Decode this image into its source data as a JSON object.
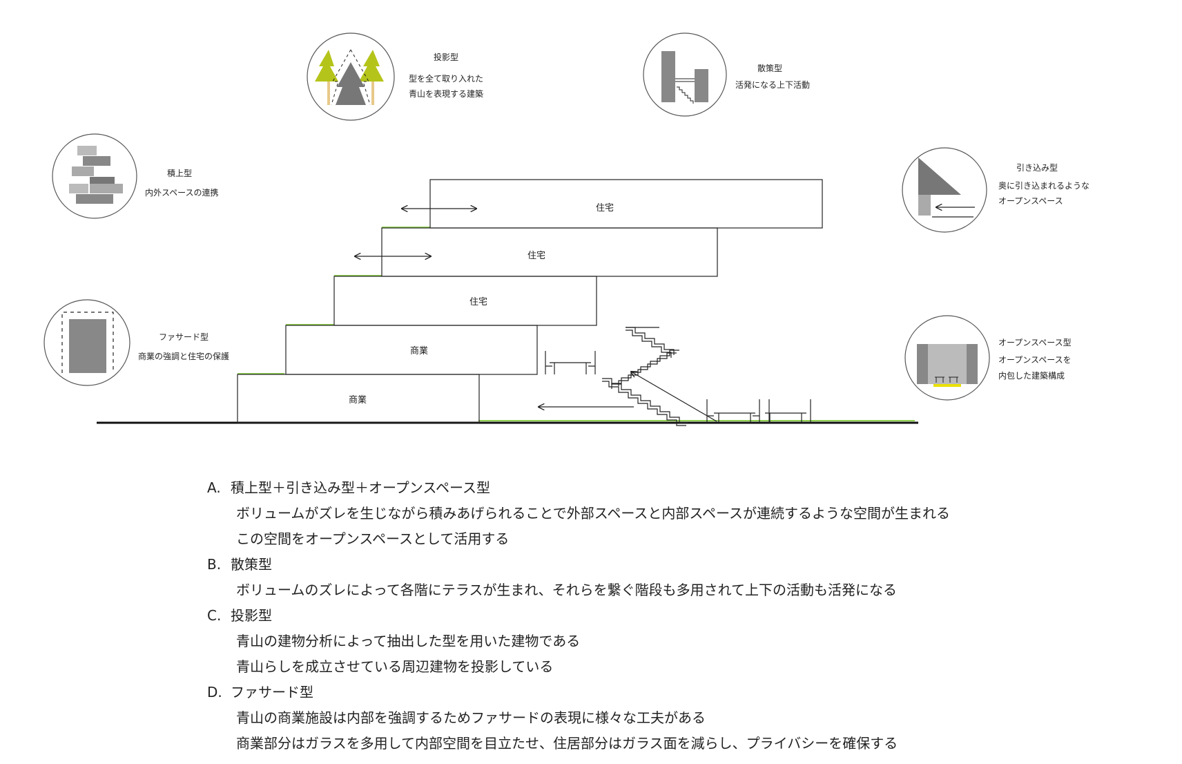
{
  "floors": [
    {
      "label": "住宅"
    },
    {
      "label": "住宅"
    },
    {
      "label": "住宅"
    },
    {
      "label": "商業"
    },
    {
      "label": "商業"
    }
  ],
  "types": {
    "tsumiage": {
      "title": "積上型",
      "desc": "内外スペースの連携"
    },
    "facade": {
      "title": "ファサード型",
      "desc": "商業の強調と住宅の保護"
    },
    "toei": {
      "title": "投影型",
      "desc1": "型を全て取り入れた",
      "desc2": "青山を表現する建築"
    },
    "sansaku": {
      "title": "散策型",
      "desc": "活発になる上下活動"
    },
    "hikikomi": {
      "title": "引き込み型",
      "desc1": "奥に引き込まれるような",
      "desc2": "オープンスペース"
    },
    "openspace": {
      "title": "オープンスペース型",
      "desc1": "オープンスペースを",
      "desc2": "内包した建築構成"
    }
  },
  "colors": {
    "accent_green": "#8fd14f",
    "tree_green": "#b5c41a",
    "gray_dark": "#777777",
    "gray_mid": "#999999",
    "gray_light": "#bbbbbb",
    "yellow": "#e8e000"
  },
  "descriptions": [
    {
      "letter": "A.",
      "title": "積上型＋引き込み型＋オープンスペース型",
      "lines": [
        "ボリュームがズレを生じながら積みあげられることで外部スペースと内部スペースが連続するような空間が生まれる",
        "この空間をオープンスペースとして活用する"
      ]
    },
    {
      "letter": "B.",
      "title": "散策型",
      "lines": [
        "ボリュームのズレによって各階にテラスが生まれ、それらを繋ぐ階段も多用されて上下の活動も活発になる"
      ]
    },
    {
      "letter": "C.",
      "title": "投影型",
      "lines": [
        "青山の建物分析によって抽出した型を用いた建物である",
        "青山らしを成立させている周辺建物を投影している"
      ]
    },
    {
      "letter": "D.",
      "title": "ファサード型",
      "lines": [
        "青山の商業施設は内部を強調するためファサードの表現に様々な工夫がある",
        "商業部分はガラスを多用して内部空間を目立たせ、住居部分はガラス面を減らし、プライバシーを確保する"
      ]
    }
  ]
}
